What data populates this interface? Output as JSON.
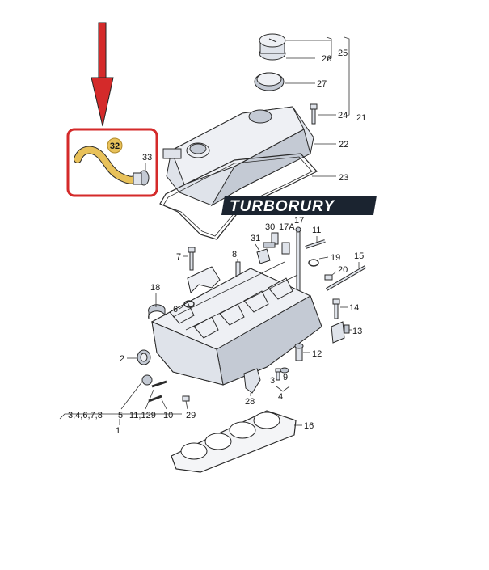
{
  "brand": {
    "logo_text": "TURBORURY"
  },
  "highlight": {
    "callout": "32",
    "color": "#e8c15a",
    "box_color": "#d42a2a"
  },
  "labels": {
    "l25": "25",
    "l26": "26",
    "l27": "27",
    "l24": "24",
    "l21": "21",
    "l22": "22",
    "l23": "23",
    "l32": "32",
    "l33": "33",
    "l30": "30",
    "l17": "17",
    "l31": "31",
    "l17a": "17A",
    "l11": "11",
    "l7": "7",
    "l8": "8",
    "l19": "19",
    "l15": "15",
    "l20": "20",
    "l18": "18",
    "l6": "6",
    "l14": "14",
    "l13": "13",
    "l2": "2",
    "l12": "12",
    "l9": "9",
    "l3": "3",
    "l4": "4",
    "l28": "28",
    "l_group": "3,4,6,7,8",
    "l5": "5",
    "l11129": "11,129",
    "l10": "10",
    "l29": "29",
    "l1": "1",
    "l16": "16"
  }
}
